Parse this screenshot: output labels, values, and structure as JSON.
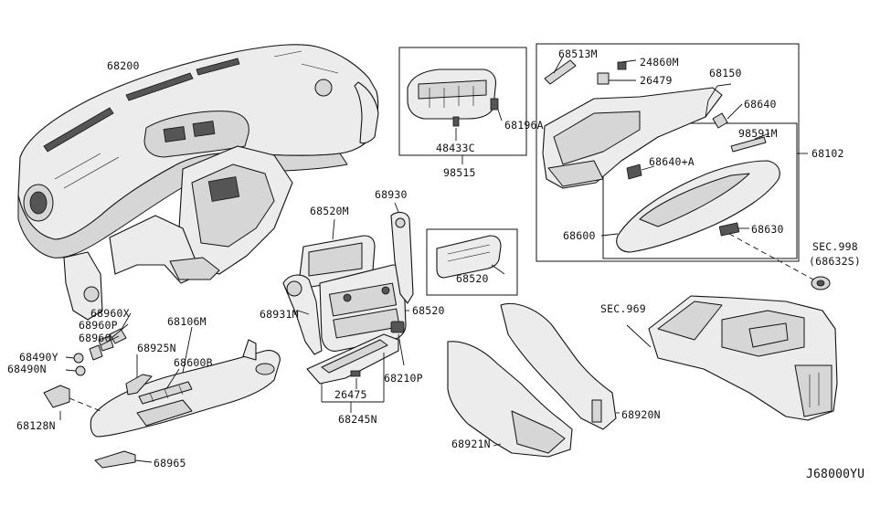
{
  "diagram_code": "J68000YU",
  "labels": {
    "p68200": "68200",
    "p68513M": "68513M",
    "p24860M": "24860M",
    "p26479": "26479",
    "p68150": "68150",
    "p68640": "68640",
    "p98591M": "98591M",
    "p68102": "68102",
    "p68196A": "68196A",
    "p48433C": "48433C",
    "p98515": "98515",
    "p68640A": "68640+A",
    "p68600": "68600",
    "p68630": "68630",
    "sec998": "SEC.998",
    "sec998sub": "(68632S)",
    "p68520M": "68520M",
    "p68930": "68930",
    "p68520box": "68520",
    "p68931M": "68931M",
    "p68520": "68520",
    "sec969": "SEC.969",
    "p68960X": "68960X",
    "p68960P": "68960P",
    "p68960": "68960",
    "p68106M": "68106M",
    "p68490Y": "68490Y",
    "p68490N": "68490N",
    "p68925N": "68925N",
    "p68600B": "68600B",
    "p68128N": "68128N",
    "p68965": "68965",
    "p26475": "26475",
    "p68210P": "68210P",
    "p68245N": "68245N",
    "p68920N": "68920N",
    "p68921N": "68921N"
  }
}
